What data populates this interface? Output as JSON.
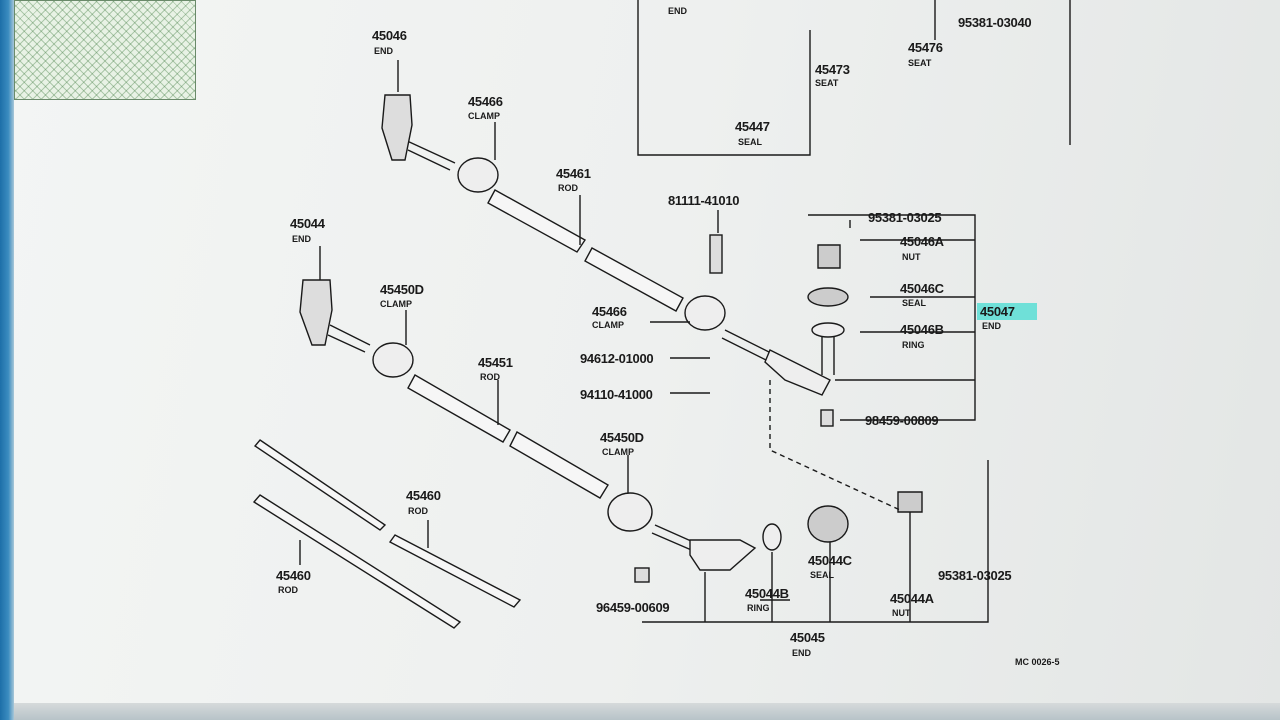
{
  "colors": {
    "highlight": "#6fe0d8",
    "ink": "#1a1a1a",
    "screen_bg": "#f0f2f1",
    "bezel": "#2a7db5"
  },
  "top_box": {
    "end_label": "END",
    "p45473": {
      "num": "45473",
      "name": "SEAT"
    },
    "p45447": {
      "num": "45447",
      "name": "SEAL"
    },
    "p45476": {
      "num": "45476",
      "name": "SEAT"
    },
    "p95381_top": "95381-03040"
  },
  "parts": {
    "p45046": {
      "num": "45046",
      "name": "END"
    },
    "p45466_top": {
      "num": "45466",
      "name": "CLAMP"
    },
    "p45461": {
      "num": "45461",
      "name": "ROD"
    },
    "p81111": {
      "num": "81111-41010"
    },
    "p95381_right": {
      "num": "95381-03025"
    },
    "p45046A": {
      "num": "45046A",
      "name": "NUT"
    },
    "p45046C": {
      "num": "45046C",
      "name": "SEAL"
    },
    "p45047": {
      "num": "45047",
      "name": "END"
    },
    "p45046B": {
      "num": "45046B",
      "name": "RING"
    },
    "p98459": {
      "num": "98459-00809"
    },
    "p45044": {
      "num": "45044",
      "name": "END"
    },
    "p45450D_top": {
      "num": "45450D",
      "name": "CLAMP"
    },
    "p45466_mid": {
      "num": "45466",
      "name": "CLAMP"
    },
    "p94612": {
      "num": "94612-01000"
    },
    "p94110": {
      "num": "94110-41000"
    },
    "p45451": {
      "num": "45451",
      "name": "ROD"
    },
    "p45450D_bot": {
      "num": "45450D",
      "name": "CLAMP"
    },
    "p45460_a": {
      "num": "45460",
      "name": "ROD"
    },
    "p45460_b": {
      "num": "45460",
      "name": "ROD"
    },
    "p45044C": {
      "num": "45044C",
      "name": "SEAL"
    },
    "p45044B": {
      "num": "45044B",
      "name": "RING"
    },
    "p45044A": {
      "num": "45044A",
      "name": "NUT"
    },
    "p95381_bot": {
      "num": "95381-03025"
    },
    "p96459": {
      "num": "96459-00609"
    },
    "p45045": {
      "num": "45045",
      "name": "END"
    }
  },
  "figure_code": "MC 0026-5"
}
